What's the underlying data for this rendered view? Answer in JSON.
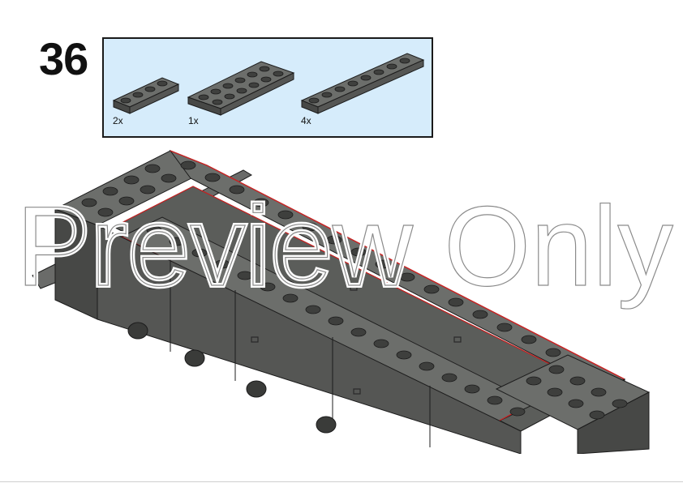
{
  "step": {
    "number": "36"
  },
  "parts": [
    {
      "qty": "2x",
      "name": "plate-1x4"
    },
    {
      "qty": "1x",
      "name": "plate-2x6"
    },
    {
      "qty": "4x",
      "name": "plate-1x8"
    }
  ],
  "watermark": {
    "text": "Preview Only"
  },
  "colors": {
    "brick": "#5b5d5a",
    "brick_top": "#6c6e6b",
    "brick_side": "#474846",
    "outline": "#1c1c1c",
    "highlight": "#cc2222",
    "parts_bg": "#d6ecfb"
  }
}
